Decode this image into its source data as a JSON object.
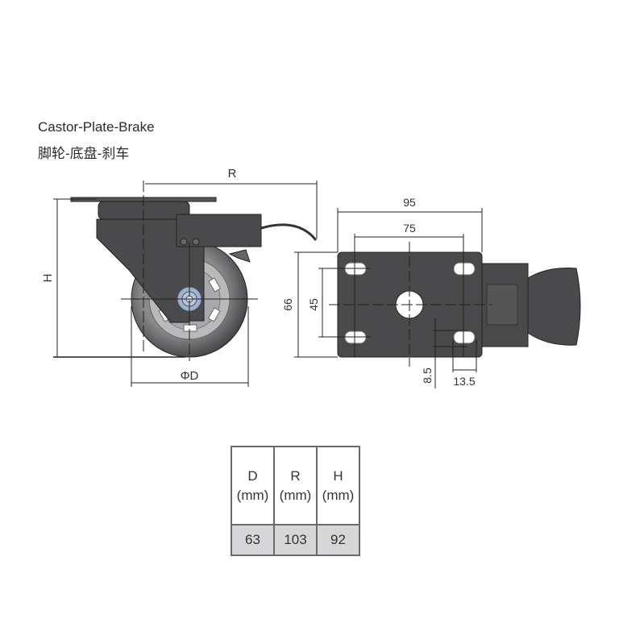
{
  "title": {
    "english": "Castor-Plate-Brake",
    "chinese": "脚轮-底盘-刹车"
  },
  "side_view": {
    "labels": {
      "R": "R",
      "H": "H",
      "D": "ΦD"
    }
  },
  "plan_view": {
    "dimensions": {
      "width_outer": "95",
      "width_holes": "75",
      "depth_outer": "66",
      "depth_holes": "45",
      "slot_offset": "8.5",
      "slot_length": "13.5"
    }
  },
  "spec_table": {
    "headers": [
      {
        "name": "D",
        "unit": "(mm)"
      },
      {
        "name": "R",
        "unit": "(mm)"
      },
      {
        "name": "H",
        "unit": "(mm)"
      }
    ],
    "values": [
      "63",
      "103",
      "92"
    ]
  }
}
